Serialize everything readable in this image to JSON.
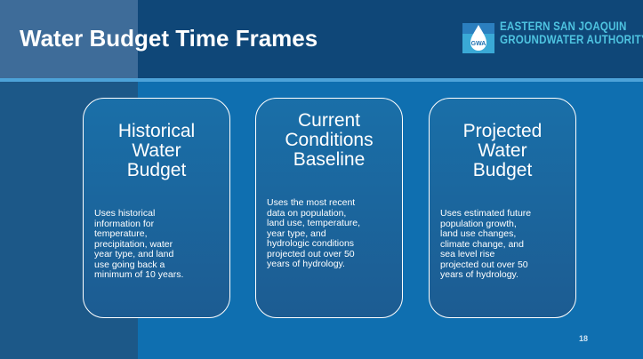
{
  "slide": {
    "title": "Water Budget Time Frames",
    "page_number": "18"
  },
  "logo": {
    "mark_text": "GWA",
    "line1": "EASTERN SAN JOAQUIN",
    "line2": "GROUNDWATER AUTHORITY"
  },
  "cards": [
    {
      "title_lines": [
        "Historical",
        "Water",
        "Budget"
      ],
      "body_lines": [
        "Uses historical",
        "information for",
        "temperature,",
        "precipitation, water",
        "year type, and land",
        "use going back a",
        "minimum of 10 years."
      ]
    },
    {
      "title_lines": [
        "Current",
        "Conditions",
        "Baseline"
      ],
      "body_lines": [
        "Uses the most recent",
        "data on population,",
        "land use, temperature,",
        "year type, and",
        "hydrologic conditions",
        "projected out over 50",
        "years of hydrology."
      ]
    },
    {
      "title_lines": [
        "Projected",
        "Water",
        "Budget"
      ],
      "body_lines": [
        "Uses estimated future",
        "population growth,",
        "land use changes,",
        "climate change, and",
        "sea level rise",
        "projected out over 50",
        "years of hydrology."
      ]
    }
  ]
}
